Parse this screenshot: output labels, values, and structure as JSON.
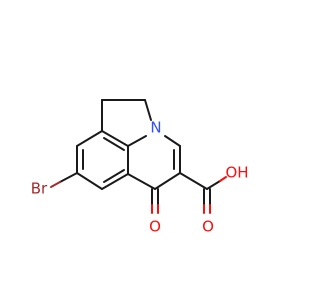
{
  "molecule": {
    "atoms": {
      "br": {
        "label": "Br",
        "color": "#a62929"
      },
      "n": {
        "label": "N",
        "color": "#3050f8"
      },
      "o_ketone": {
        "label": "O",
        "color": "#ff0d0d"
      },
      "o_acid": {
        "label": "O",
        "color": "#ff0d0d"
      },
      "oh": {
        "label": "OH",
        "color": "#ff0d0d"
      }
    }
  }
}
